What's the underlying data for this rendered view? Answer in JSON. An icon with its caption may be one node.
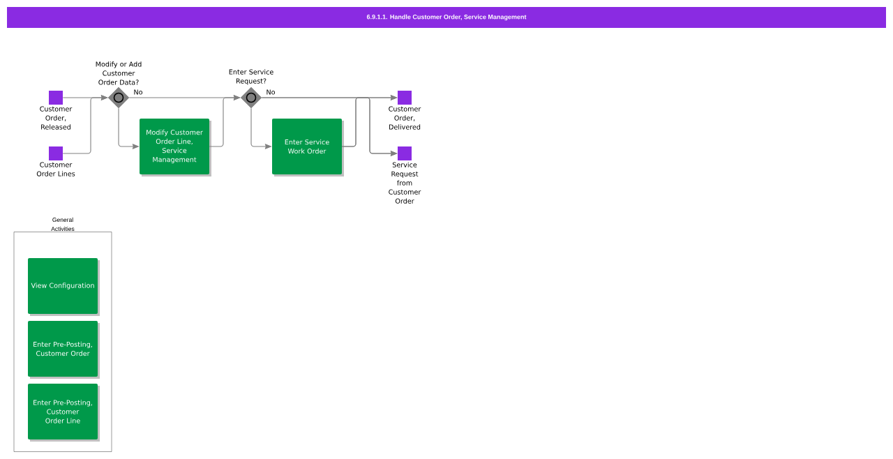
{
  "diagram": {
    "title": "6.9.1.1. Handle Customer Order, Service Management",
    "nodes": [
      {
        "text": [
          "Customer Order, Released"
        ]
      },
      {
        "text": [
          "Customer Order Lines"
        ]
      },
      {
        "text": [
          "Modify or Add Customer Order Data?"
        ]
      },
      {
        "text": [
          "Modify Customer Order Line, Service Management"
        ]
      },
      {
        "text": [
          "Enter Service Request?"
        ]
      },
      {
        "text": [
          "Enter Service Work Order"
        ]
      },
      {
        "text": [
          "Customer Order, Delivered"
        ]
      },
      {
        "text": [
          "Service Request from Customer Order"
        ]
      },
      {
        "text": [
          "General Activities"
        ]
      },
      {
        "text": [
          "View Configuration"
        ],
        "in": 8
      },
      {
        "text": [
          "Enter Pre-Posting, Customer Order"
        ],
        "in": 8
      },
      {
        "text": [
          "Enter Pre-Posting, Customer Order Line"
        ],
        "in": 8
      }
    ],
    "edges": [
      {
        "from": 0,
        "to": 2,
        "arrow": "to"
      },
      {
        "from": 1,
        "to": 2,
        "arrow": "to"
      },
      {
        "from": 2,
        "to": 4,
        "arrow": "to",
        "label": "No"
      },
      {
        "from": 2,
        "to": 3,
        "arrow": "to"
      },
      {
        "from": 3,
        "to": 4,
        "arrow": "to"
      },
      {
        "from": 4,
        "to": 6,
        "arrow": "to",
        "label": "No"
      },
      {
        "from": 4,
        "to": 7,
        "arrow": "to"
      },
      {
        "from": 4,
        "to": 5,
        "arrow": "to"
      },
      {
        "from": 5,
        "to": 6,
        "arrow": "to"
      },
      {
        "from": 5,
        "to": 7,
        "arrow": "to"
      }
    ]
  }
}
